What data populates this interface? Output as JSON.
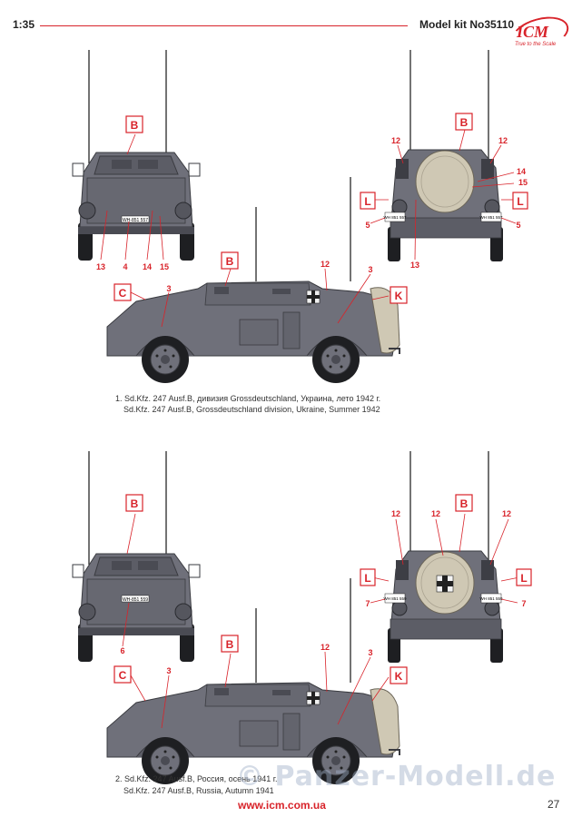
{
  "header": {
    "scale": "1:35",
    "kit": "Model kit No35110",
    "logo": "ICM",
    "logo_tagline": "True to the Scale"
  },
  "schemes": [
    {
      "caption_line1": "1. Sd.Kfz. 247 Ausf.B, дивизия Grossdeutschland, Украина, лето 1942 г.",
      "caption_line2": "Sd.Kfz. 247 Ausf.B,  Grossdeutschland division, Ukraine, Summer 1942",
      "front_plate": "WH-851 557",
      "rear_plate_left": "WH 851 557",
      "rear_plate_right": "WH 851 557"
    },
    {
      "caption_line1": "2. Sd.Kfz. 247 Ausf.B, Россия, осень 1941 г.",
      "caption_line2": "Sd.Kfz. 247 Ausf.B, Russia, Autumn 1941",
      "front_plate": "WH-851 559",
      "rear_plate_left": "WH 851 559",
      "rear_plate_right": "WH 851 559"
    }
  ],
  "labels": {
    "B": "B",
    "C": "C",
    "K": "K",
    "L": "L",
    "n3": "3",
    "n4": "4",
    "n5": "5",
    "n6": "6",
    "n7": "7",
    "n12": "12",
    "n13": "13",
    "n14": "14",
    "n15": "15"
  },
  "footer": {
    "website": "www.icm.com.ua",
    "page": "27",
    "watermark": "© Panzer-Modell.de"
  },
  "colors": {
    "accent": "#d8232a",
    "vehicle": "#6f707a",
    "vehicle_dark": "#4a4b53",
    "spare": "#cfc8b4"
  }
}
